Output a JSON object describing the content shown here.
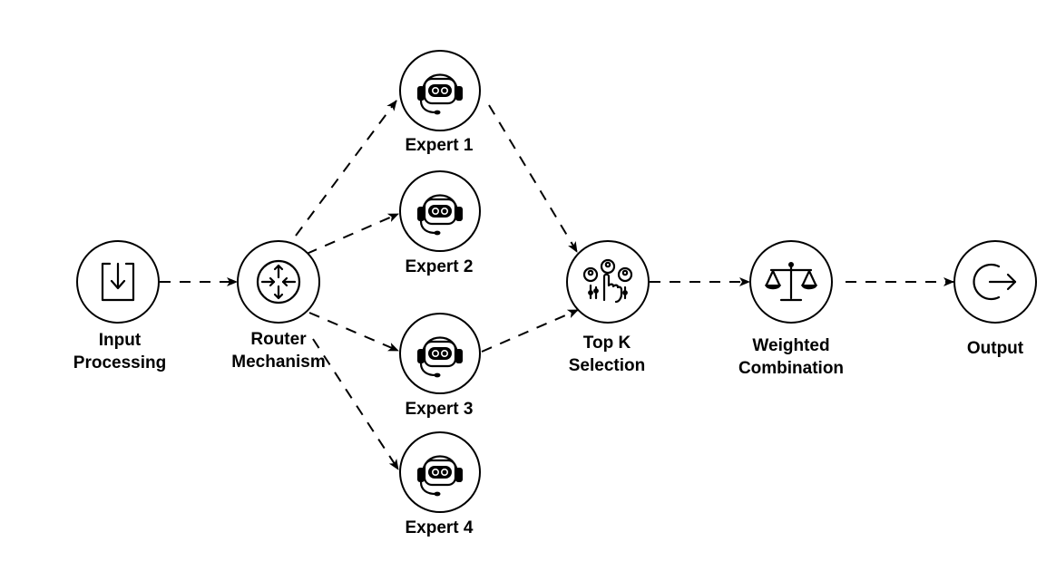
{
  "nodes": [
    {
      "id": "input",
      "label_lines": [
        "Input",
        "Processing"
      ],
      "icon": "download-box-icon"
    },
    {
      "id": "router",
      "label_lines": [
        "Router",
        "Mechanism"
      ],
      "icon": "router-arrows-icon"
    },
    {
      "id": "expert1",
      "label_lines": [
        "Expert 1"
      ],
      "icon": "robot-headset-icon"
    },
    {
      "id": "expert2",
      "label_lines": [
        "Expert 2"
      ],
      "icon": "robot-headset-icon"
    },
    {
      "id": "expert3",
      "label_lines": [
        "Expert 3"
      ],
      "icon": "robot-headset-icon"
    },
    {
      "id": "expert4",
      "label_lines": [
        "Expert 4"
      ],
      "icon": "robot-headset-icon"
    },
    {
      "id": "topk",
      "label_lines": [
        "Top K",
        "Selection"
      ],
      "icon": "users-hand-select-icon"
    },
    {
      "id": "weighted",
      "label_lines": [
        "Weighted",
        "Combination"
      ],
      "icon": "balance-scale-icon"
    },
    {
      "id": "output",
      "label_lines": [
        "Output"
      ],
      "icon": "exit-arrow-icon"
    }
  ],
  "edges": [
    {
      "from": "input",
      "to": "router"
    },
    {
      "from": "router",
      "to": "expert1"
    },
    {
      "from": "router",
      "to": "expert2"
    },
    {
      "from": "router",
      "to": "expert3"
    },
    {
      "from": "router",
      "to": "expert4"
    },
    {
      "from": "expert1",
      "to": "topk"
    },
    {
      "from": "expert3",
      "to": "topk"
    },
    {
      "from": "topk",
      "to": "weighted"
    },
    {
      "from": "weighted",
      "to": "output"
    }
  ]
}
